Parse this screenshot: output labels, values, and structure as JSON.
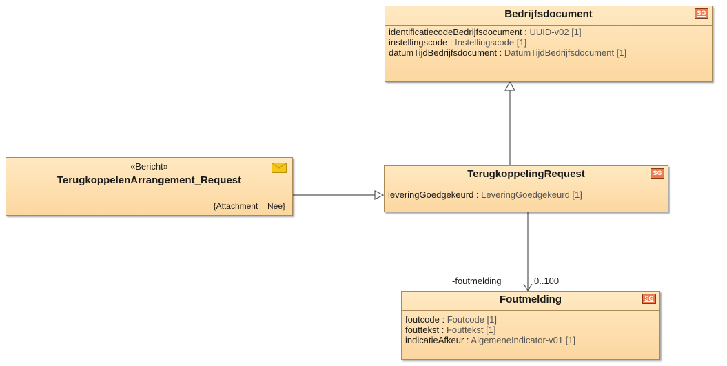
{
  "classes": {
    "bedrijfsdocument": {
      "name": "Bedrijfsdocument",
      "badge": "SG",
      "attributes": [
        {
          "name": "identificatiecodeBedrijfsdocument",
          "type": "UUID-v02 [1]"
        },
        {
          "name": "instellingscode",
          "type": "Instellingscode [1]"
        },
        {
          "name": "datumTijdBedrijfsdocument",
          "type": "DatumTijdBedrijfsdocument [1]"
        }
      ]
    },
    "terugkoppeling_request": {
      "name": "TerugkoppelingRequest",
      "badge": "SG",
      "attributes": [
        {
          "name": "leveringGoedgekeurd",
          "type": "LeveringGoedgekeurd [1]"
        }
      ]
    },
    "foutmelding": {
      "name": "Foutmelding",
      "badge": "SG",
      "attributes": [
        {
          "name": "foutcode",
          "type": "Foutcode [1]"
        },
        {
          "name": "fouttekst",
          "type": "Fouttekst [1]"
        },
        {
          "name": "indicatieAfkeur",
          "type": "AlgemeneIndicator-v01 [1]"
        }
      ]
    },
    "terugkoppelen_arrangement_request": {
      "stereotype": "«Bericht»",
      "name": "TerugkoppelenArrangement_Request",
      "tagged_value": "{Attachment = Nee}",
      "icon": "envelope-icon"
    }
  },
  "association": {
    "role": "-foutmelding",
    "multiplicity": "0..100"
  },
  "colors": {
    "box_fill_top": "#ffe9c2",
    "box_fill_bottom": "#fcd7a0",
    "box_border": "#a98a55",
    "badge": "#f07a4a",
    "envelope": "#f5c518"
  }
}
